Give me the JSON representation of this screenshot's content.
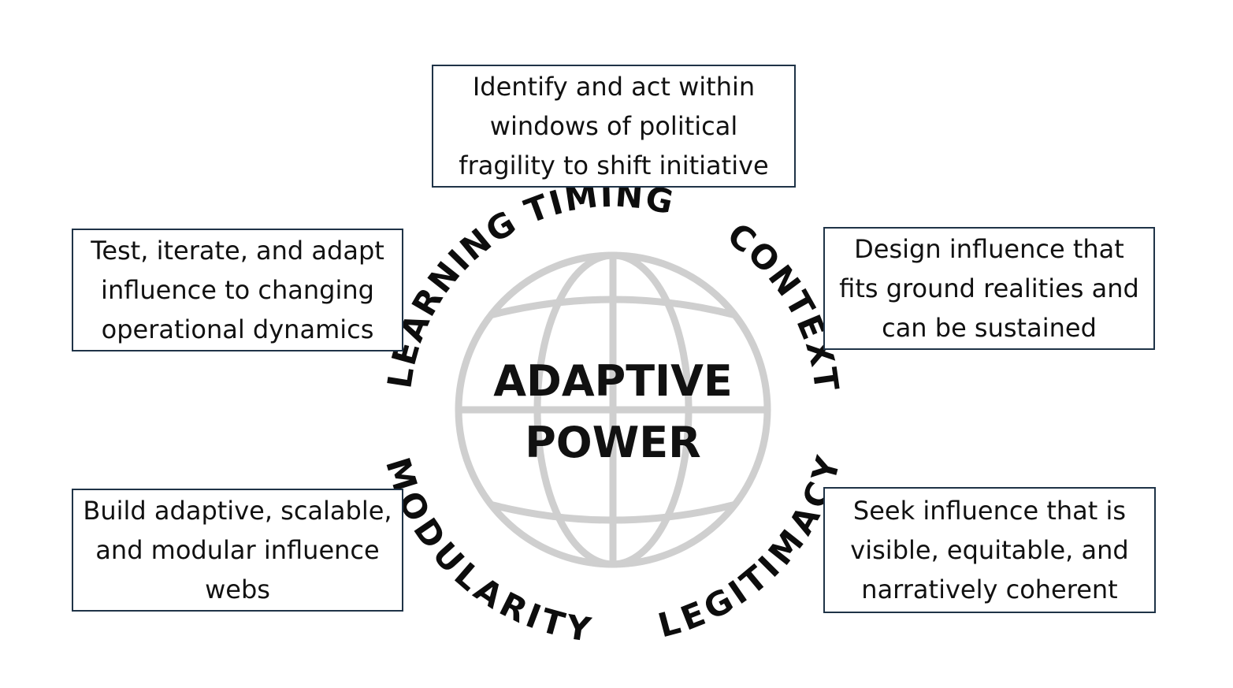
{
  "center": {
    "line1": "ADAPTIVE",
    "line2": "POWER"
  },
  "ring_labels": {
    "timing": "TIMING",
    "context": "CONTEXT",
    "legitimacy": "LEGITIMACY",
    "modularity": "MODULARITY",
    "learning": "LEARNING"
  },
  "boxes": {
    "top": "Identify and act within\nwindows of political\nfragility to shift initiative",
    "top_left": "Test, iterate, and adapt\ninfluence to changing\noperational dynamics",
    "top_right": "Design influence that\nfits ground realities and\ncan be sustained",
    "bottom_left": "Build adaptive, scalable,\nand modular influence\nwebs",
    "bottom_right": "Seek influence that is\nvisible, equitable, and\nnarratively coherent"
  },
  "colors": {
    "box_border": "#1f3347",
    "globe": "#cfcfcf",
    "text": "#111111"
  }
}
